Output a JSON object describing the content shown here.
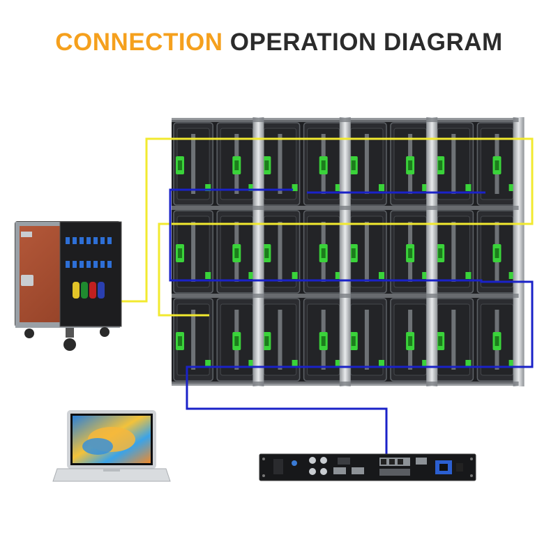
{
  "title": {
    "highlight": "CONNECTION",
    "rest": "OPERATION DIAGRAM"
  },
  "colors": {
    "title_accent": "#f5a01d",
    "title_text": "#2b2b2b",
    "power_cable": "#f2ea2f",
    "signal_cable": "#1a22c8",
    "module_led": "#3ad33a",
    "cabinet_wood": "#a0492b"
  },
  "led_wall": {
    "rows": 3,
    "columns": 8
  },
  "devices": [
    {
      "name": "power-distribution-box-icon"
    },
    {
      "name": "laptop-icon"
    },
    {
      "name": "video-controller-icon"
    }
  ]
}
